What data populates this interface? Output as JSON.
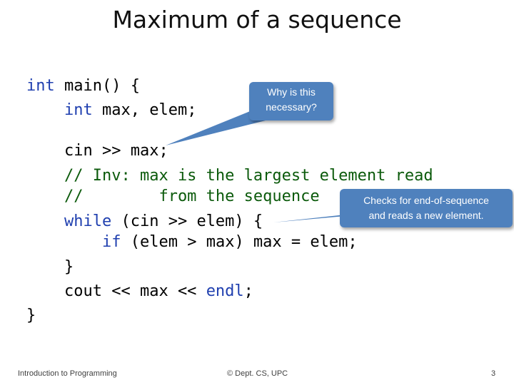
{
  "title": "Maximum of a sequence",
  "code": {
    "l1": {
      "kw": "int",
      "rest": " main() {"
    },
    "l2": {
      "kw": "int",
      "rest": " max, elem;"
    },
    "l3": {
      "rest": "cin >> max;"
    },
    "l4": {
      "comment": "// Inv: max is the largest element read"
    },
    "l5": {
      "comment": "//        from the sequence"
    },
    "l6": {
      "kw": "while",
      "rest": " (cin >> elem) {"
    },
    "l7": {
      "kw": "if",
      "rest": " (elem > max) max = elem;"
    },
    "l8": {
      "rest": "}"
    },
    "l9": {
      "pre": "cout << max << ",
      "kw": "endl",
      "post": ";"
    },
    "l10": {
      "rest": "}"
    }
  },
  "callouts": {
    "why": {
      "line1": "Why is this",
      "line2": "necessary?"
    },
    "checks": {
      "line1": "Checks for end-of-sequence",
      "line2": "and reads a new element."
    }
  },
  "footer": {
    "left": "Introduction to Programming",
    "center": "© Dept. CS, UPC",
    "page": "3"
  },
  "colors": {
    "keyword": "#1f3faf",
    "comment": "#0b5a0b",
    "callout": "#4f81bd"
  }
}
